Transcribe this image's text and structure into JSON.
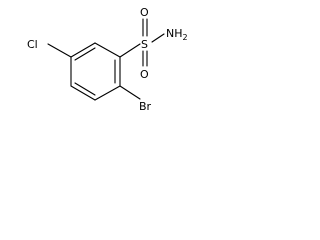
{
  "structure": {
    "atoms": {
      "chlorine": "Cl",
      "sulfur": "S",
      "oxygen_top": "O",
      "oxygen_bottom": "O",
      "amine": "NH",
      "amine_subscript": "2",
      "bromine": "Br"
    },
    "colors": {
      "bond": "#000000",
      "label": "#000000",
      "background": "#ffffff"
    }
  }
}
